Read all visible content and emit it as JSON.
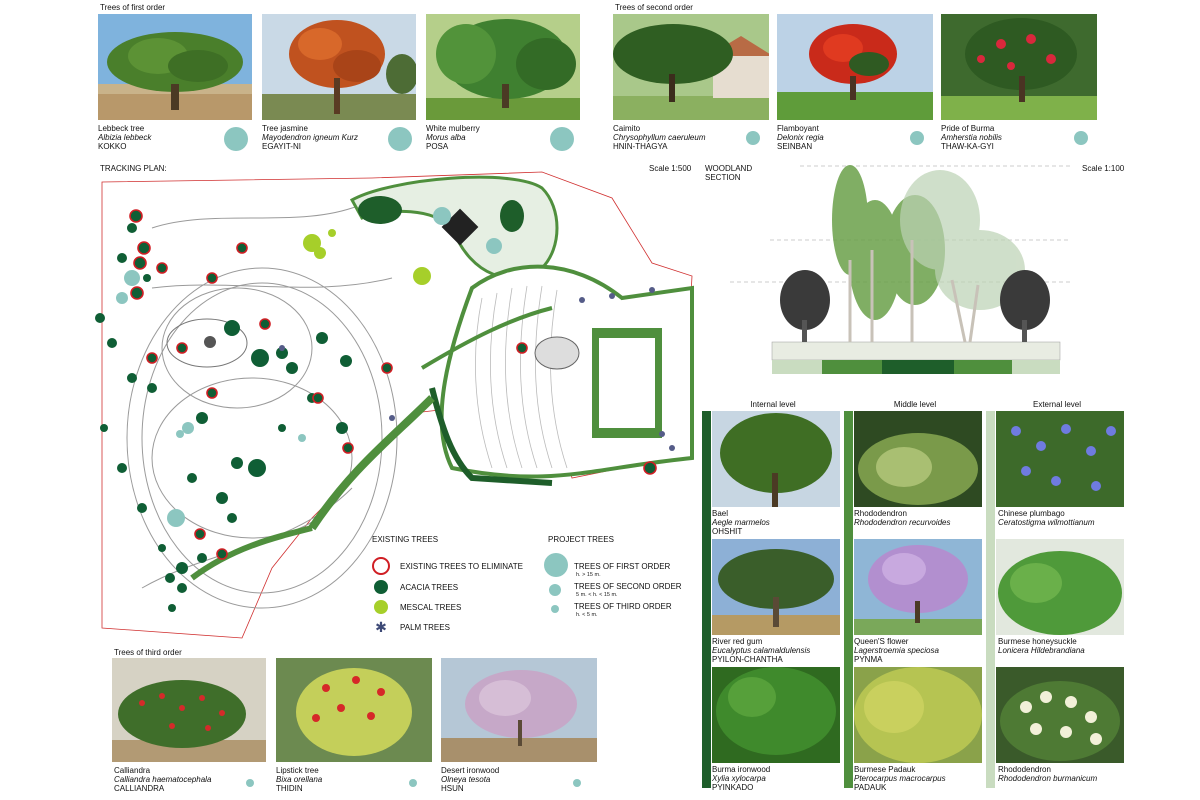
{
  "first_order": {
    "title": "Trees of first order",
    "items": [
      {
        "common": "Lebbeck tree",
        "scientific": "Albizia lebbeck",
        "local": "KOKKO"
      },
      {
        "common": "Tree jasmine",
        "scientific": "Mayodendron igneum Kurz",
        "local": "EGAYIT-NI"
      },
      {
        "common": "White mulberry",
        "scientific": "Morus alba",
        "local": "POSA"
      }
    ]
  },
  "second_order": {
    "title": "Trees of second order",
    "items": [
      {
        "common": "Caimito",
        "scientific": "Chrysophyllum caeruleum",
        "local": "HNIN-THAGYA"
      },
      {
        "common": "Flamboyant",
        "scientific": "Delonix regia",
        "local": "SEINBAN"
      },
      {
        "common": "Pride of Burma",
        "scientific": "Amherstia nobilis",
        "local": "THAW-KA-GYI"
      }
    ]
  },
  "third_order": {
    "title": "Trees of third order",
    "items": [
      {
        "common": "Calliandra",
        "scientific": "Calliandra haematocephala",
        "local": "CALLIANDRA"
      },
      {
        "common": "Lipstick tree",
        "scientific": "Bixa orellana",
        "local": "THIDIN"
      },
      {
        "common": "Desert ironwood",
        "scientific": "Olneya tesota",
        "local": "HSUN"
      }
    ]
  },
  "plan": {
    "title": "TRACKING PLAN:",
    "scale": "Scale 1:500"
  },
  "section": {
    "title_line1": "WOODLAND",
    "title_line2": "SECTION",
    "scale": "Scale 1:100"
  },
  "levels": {
    "headers": [
      "Internal level",
      "Middle level",
      "External level"
    ],
    "internal": [
      {
        "common": "Bael",
        "scientific": "Aegle marmelos",
        "local": "OHSHIT"
      },
      {
        "common": "River red gum",
        "scientific": "Eucalyptus calamaldulensis",
        "local": "PYILON-CHANTHA"
      },
      {
        "common": "Burma ironwood",
        "scientific": "Xylia xylocarpa",
        "local": "PYINKADO"
      }
    ],
    "middle": [
      {
        "common": "Rhododendron",
        "scientific": "Rhododendron recurvoides",
        "local": ""
      },
      {
        "common": "Queen'S flower",
        "scientific": "Lagerstroemia speciosa",
        "local": "PYNMA"
      },
      {
        "common": "Burmese Padauk",
        "scientific": "Pterocarpus macrocarpus",
        "local": "PADAUK"
      }
    ],
    "external": [
      {
        "common": "Chinese plumbago",
        "scientific": "Ceratostigma wilmottianum",
        "local": ""
      },
      {
        "common": "Burmese honeysuckle",
        "scientific": "Lonicera Hildebrandiana",
        "local": ""
      },
      {
        "common": "Rhododendron",
        "scientific": "Rhododendron burmanicum",
        "local": ""
      }
    ]
  },
  "legend": {
    "existing_title": "EXISTING TREES",
    "existing": [
      "EXISTING TREES TO ELIMINATE",
      "ACACIA TREES",
      "MESCAL TREES",
      "PALM TREES"
    ],
    "project_title": "PROJECT TREES",
    "project": [
      {
        "label": "TREES OF FIRST ORDER",
        "note": "h. >  15 m."
      },
      {
        "label": "TREES OF SECOND ORDER",
        "note": "5 m. <  h. <  15 m."
      },
      {
        "label": "TREES OF THIRD ORDER",
        "note": "h. <  5 m."
      }
    ]
  },
  "colors": {
    "project_tree": "#8cc6c0",
    "acacia": "#0f5e35",
    "mescal": "#a6cf2a",
    "eliminate": "#d01e24",
    "dark_green": "#1e5e2a",
    "mid_green": "#4f8f3d"
  }
}
